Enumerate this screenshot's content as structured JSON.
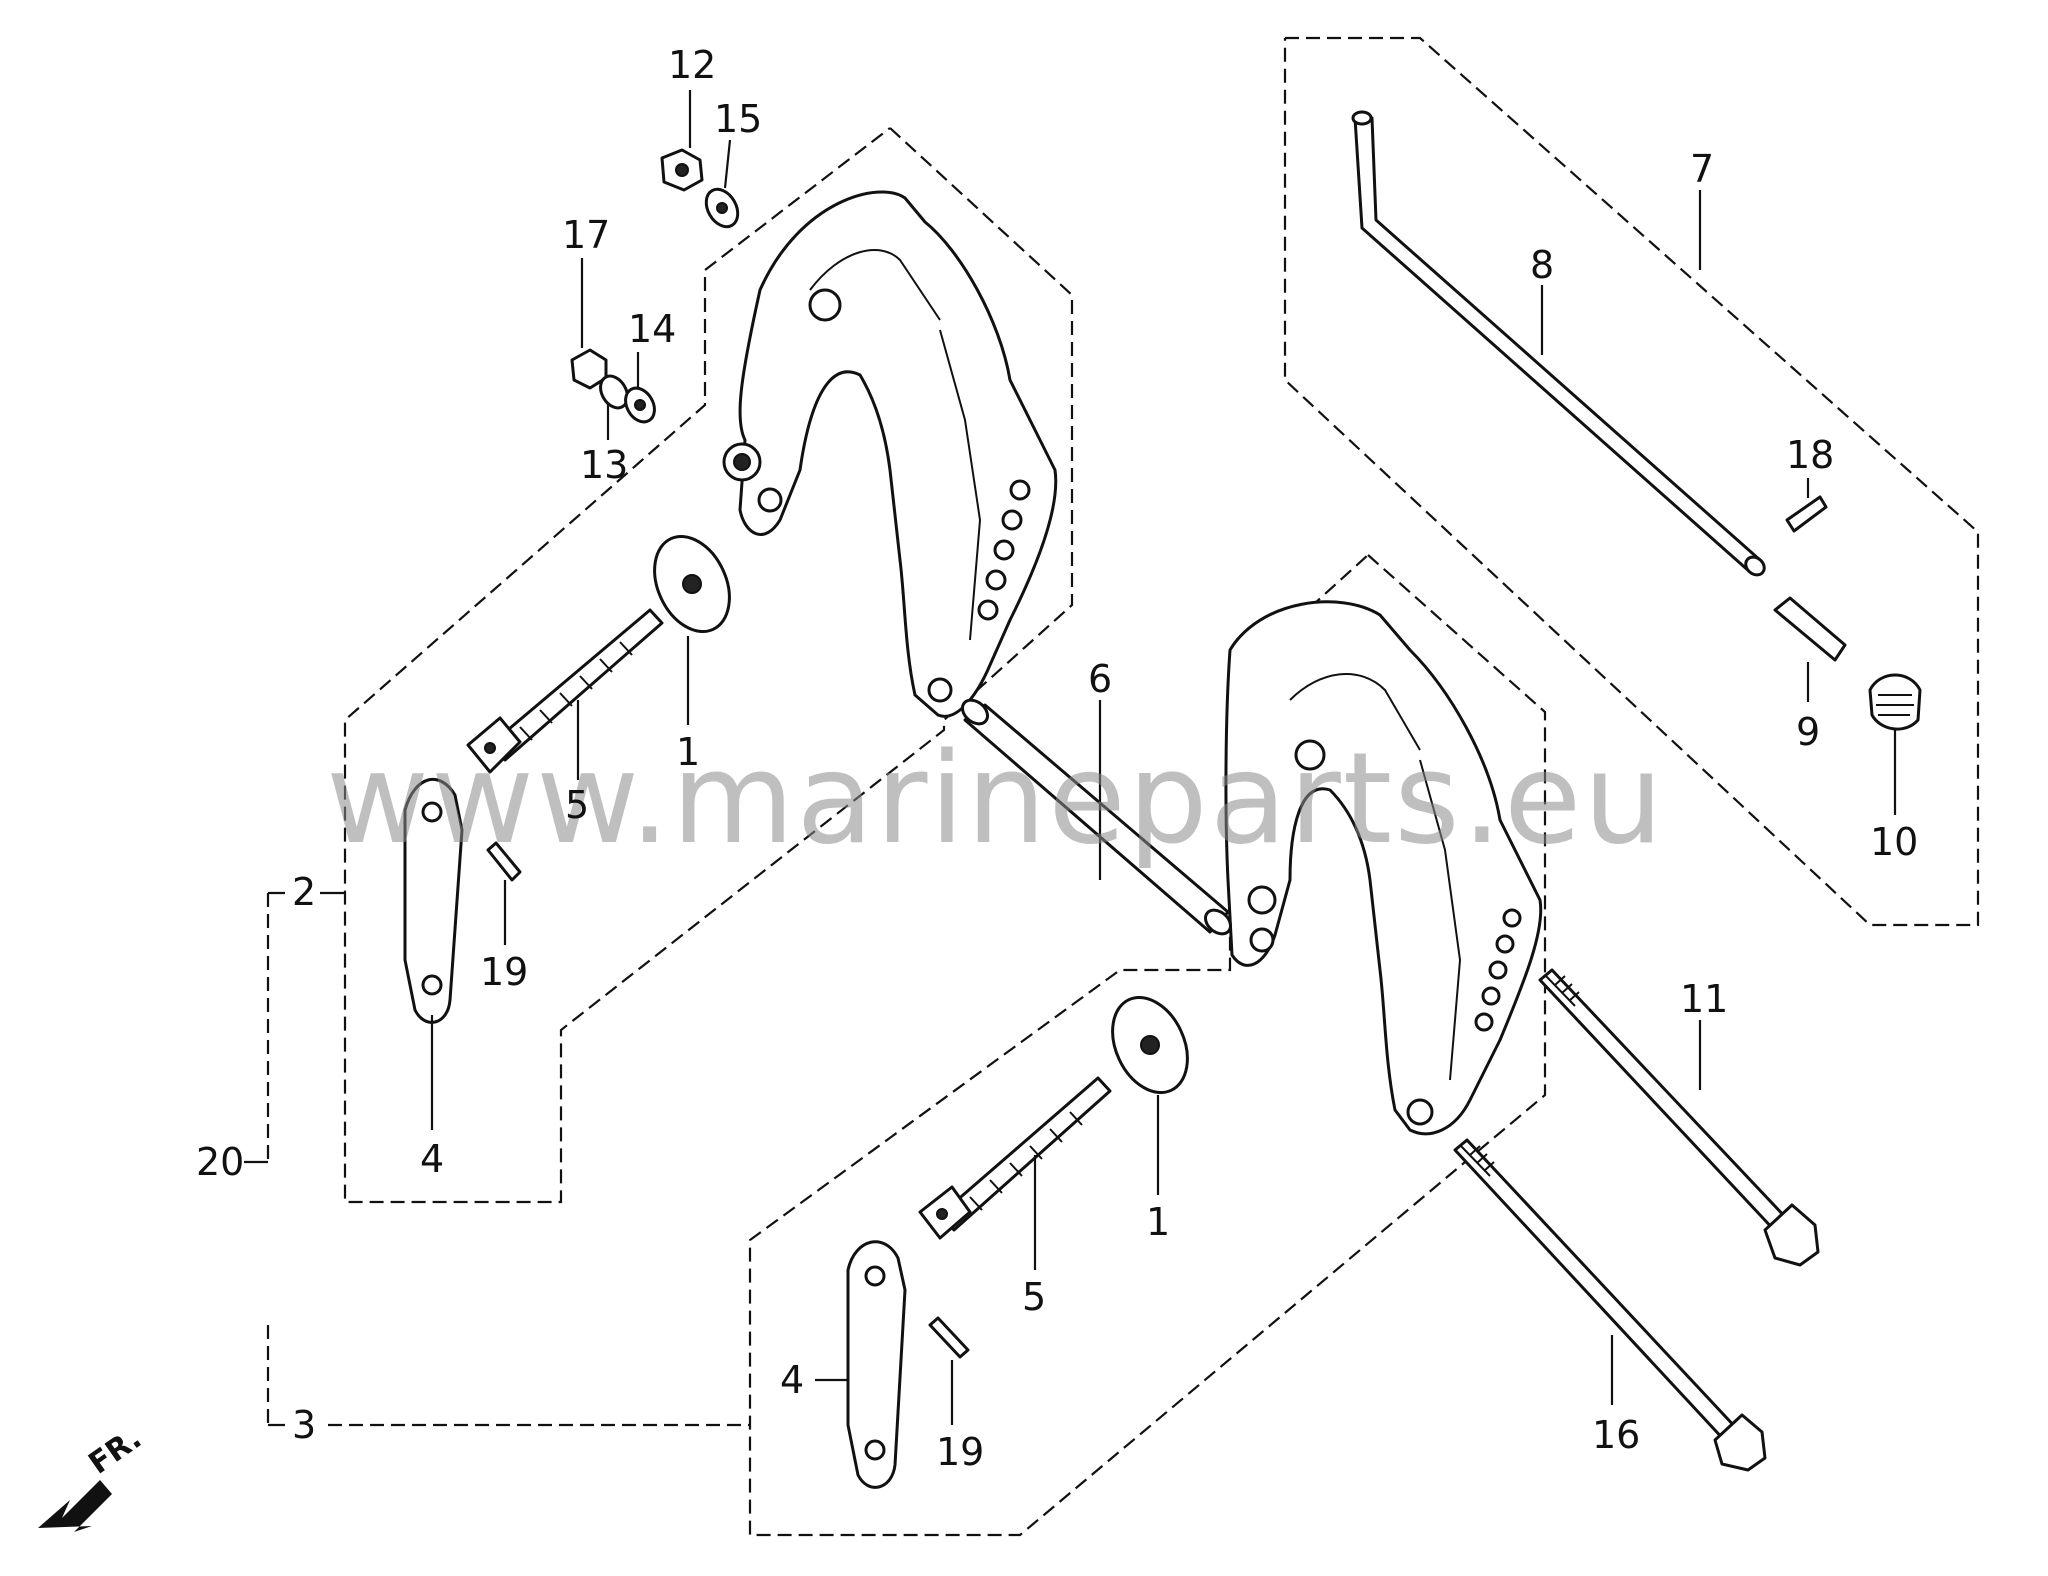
{
  "watermark": "www.marineparts.eu",
  "direction_marker": "FR.",
  "callouts": {
    "c1a": "1",
    "c1b": "1",
    "c2": "2",
    "c3": "3",
    "c4a": "4",
    "c4b": "4",
    "c5a": "5",
    "c5b": "5",
    "c6": "6",
    "c7": "7",
    "c8": "8",
    "c9": "9",
    "c10": "10",
    "c11": "11",
    "c12": "12",
    "c13": "13",
    "c14": "14",
    "c15": "15",
    "c16": "16",
    "c17": "17",
    "c18": "18",
    "c19a": "19",
    "c19b": "19",
    "c20": "20"
  }
}
